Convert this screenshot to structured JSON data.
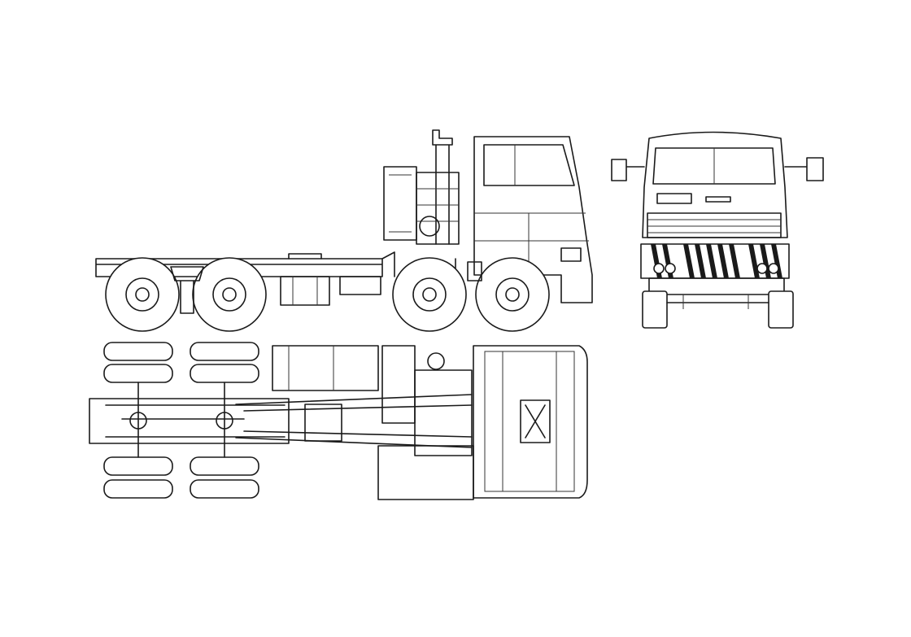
{
  "drawing": {
    "views": [
      "side-view",
      "front-view",
      "top-view"
    ],
    "front_badge": "",
    "line_color": "#1a1a1a",
    "background_color": "#ffffff"
  }
}
